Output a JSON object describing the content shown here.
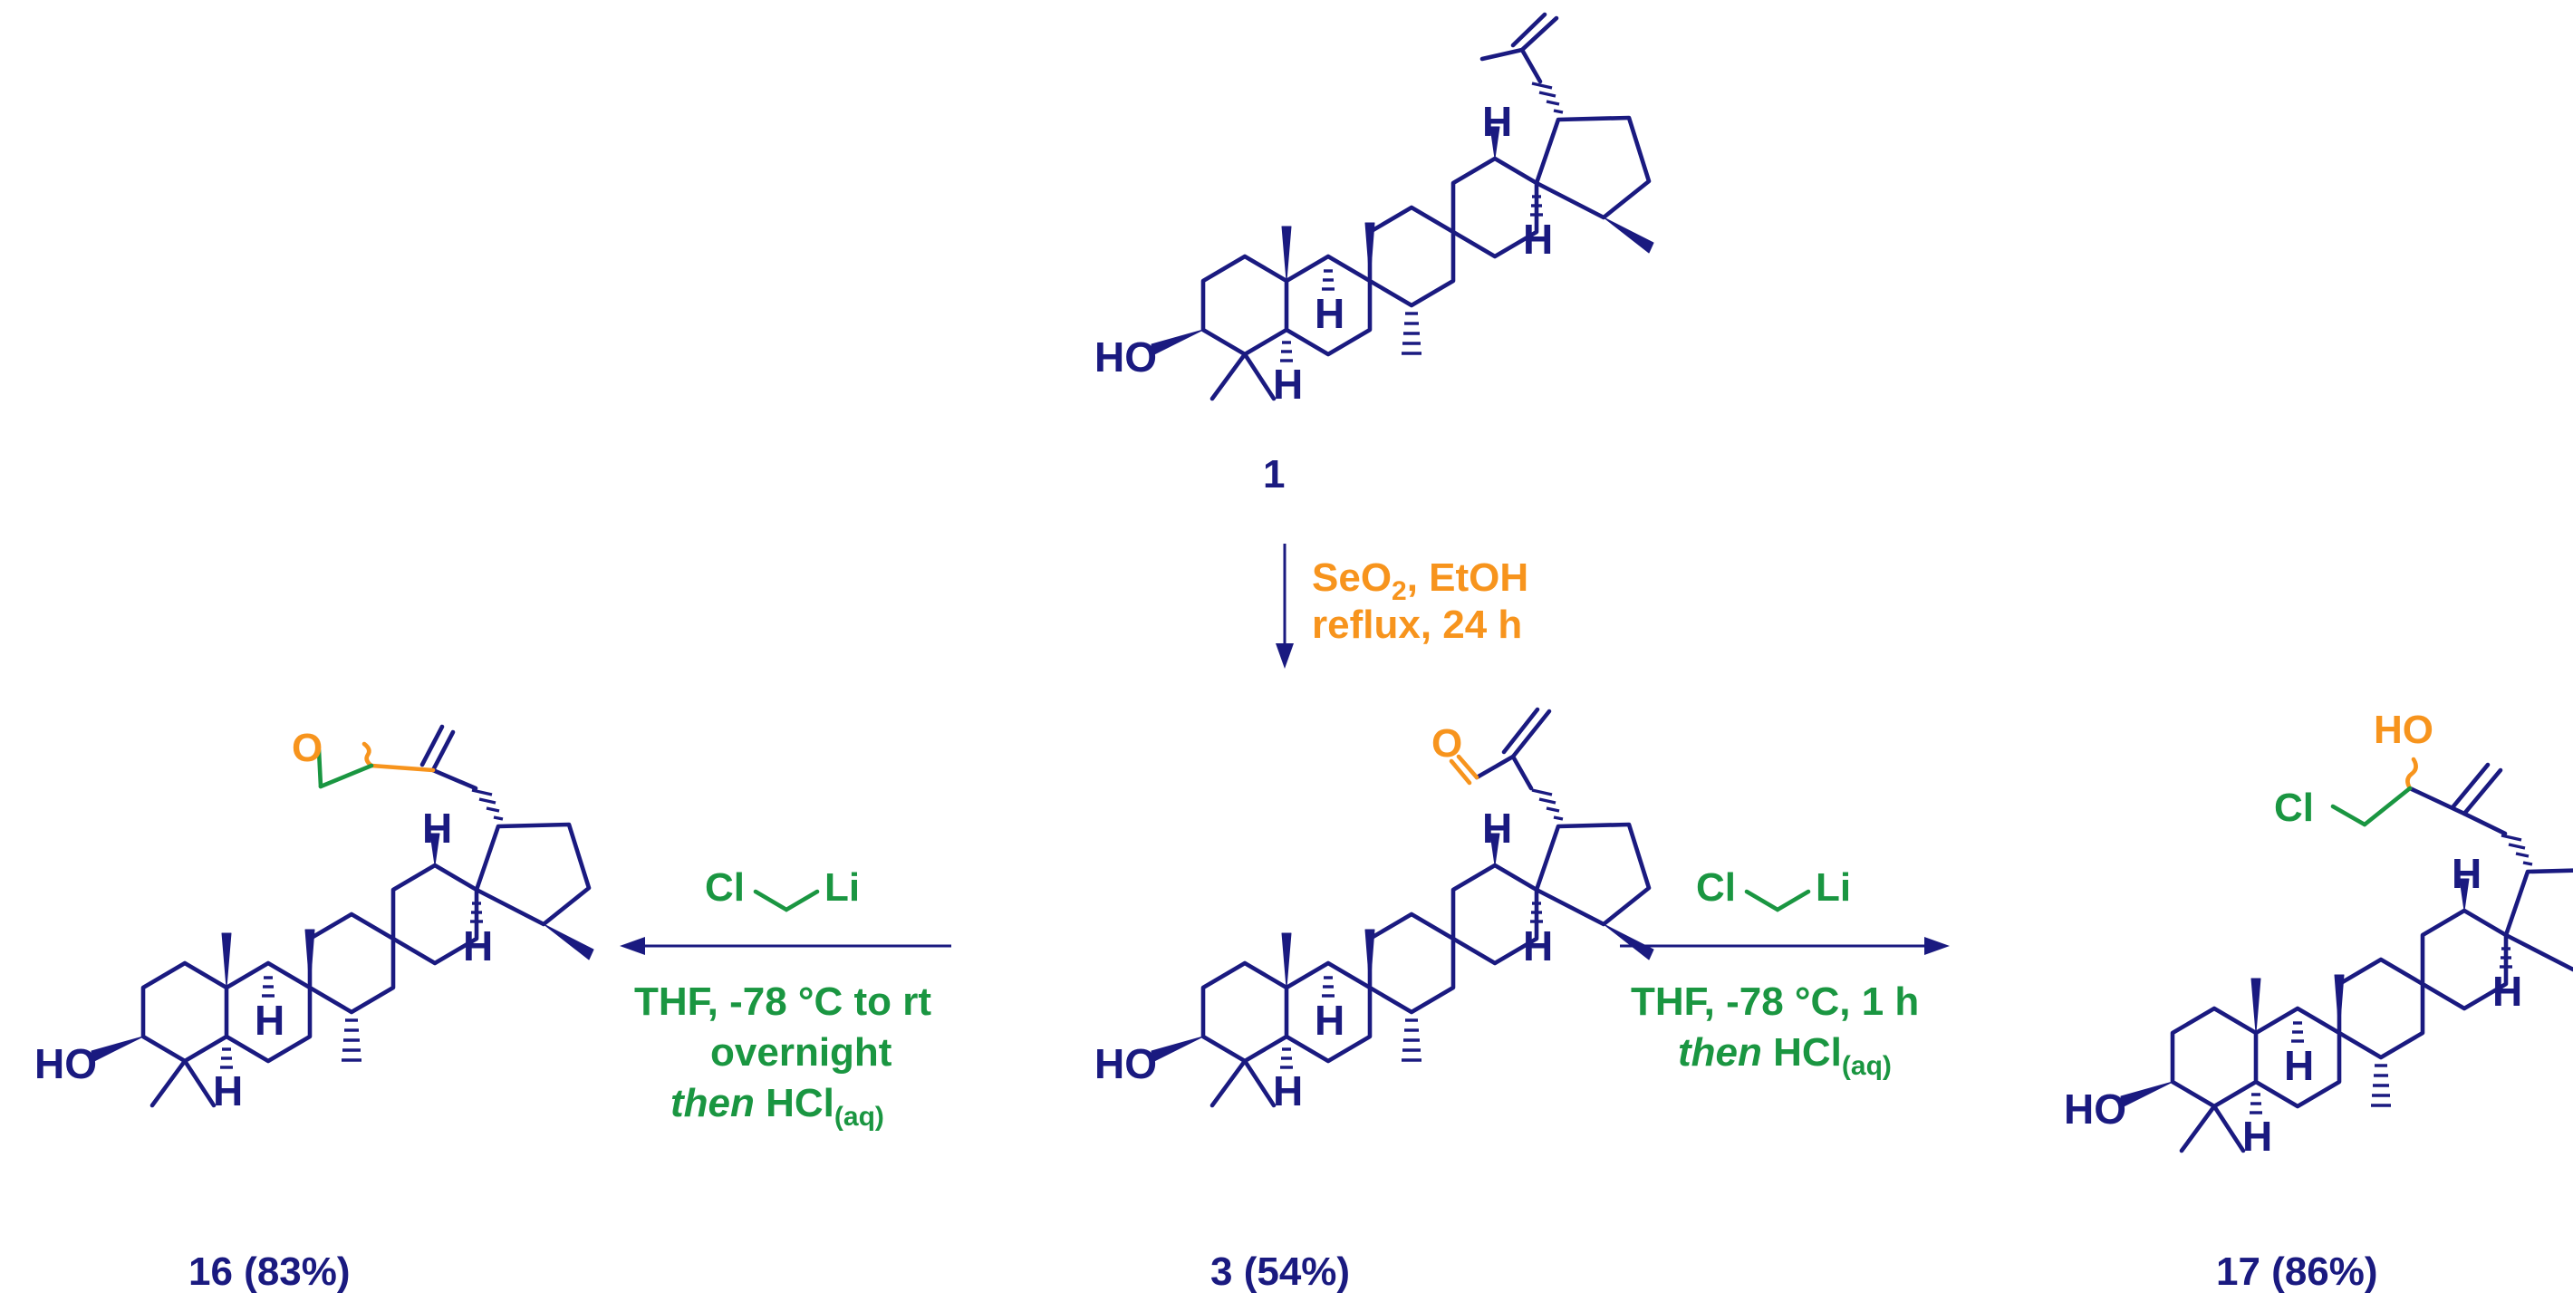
{
  "compounds": {
    "c1": {
      "label": "1"
    },
    "c3": {
      "label": "3 (54%)"
    },
    "c16": {
      "label": "16 (83%)"
    },
    "c17": {
      "label": "17 (86%)"
    }
  },
  "atoms": {
    "ho": "HO",
    "h": "H",
    "o": "O",
    "cl": "Cl",
    "li": "Li"
  },
  "conditions": {
    "step1_line1_a": "SeO",
    "step1_line1_sub": "2",
    "step1_line1_b": ", EtOH",
    "step1_line2": "reflux, 24 h",
    "left_line1": "THF, -78 °C to rt",
    "left_line2": "overnight",
    "left_line3_a": "then",
    "left_line3_b": " HCl",
    "left_line3_sub": "(aq)",
    "right_line1": "THF, -78 °C, 1 h",
    "right_line2_a": "then",
    "right_line2_b": " HCl",
    "right_line2_sub": "(aq)"
  },
  "colors": {
    "structure": "#1a1a80",
    "reagent_orange": "#f7941d",
    "reagent_green": "#1a9641"
  }
}
